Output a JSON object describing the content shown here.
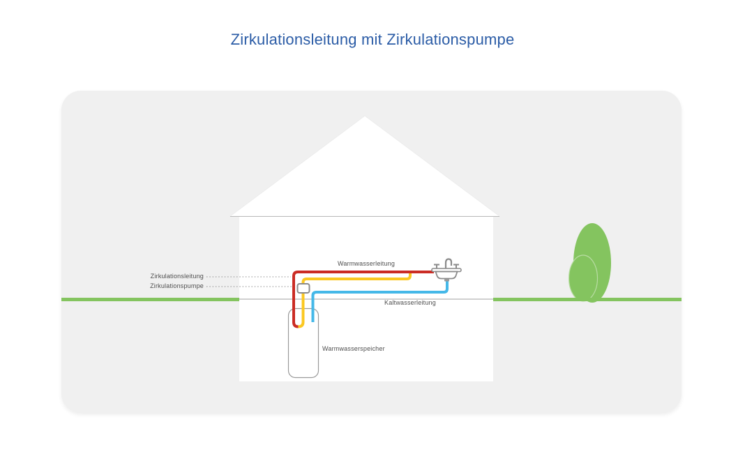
{
  "page": {
    "title": "Zirkulationsleitung mit Zirkulationspumpe"
  },
  "diagram": {
    "pipe_labels": {
      "hot_water": "Warmwasserleitung",
      "cold_water": "Kaltwasserleitung",
      "storage_tank": "Warmwasserspeicher",
      "circulation_line": "Zirkulationsleitung",
      "circulation_pump": "Zirkulationspumpe"
    },
    "colors": {
      "title_blue": "#2B5CA6",
      "hot_water_red": "#CB2C24",
      "circulation_yellow": "#FBC822",
      "cold_water_blue": "#45B8E8",
      "ground_green": "#84C45F",
      "bush_outline_green": "#B9DDA4",
      "panel_background": "#F0F0F0",
      "outline_gray": "#8A8A8A",
      "label_text": "#4D4D4D",
      "house_white": "#FFFFFF"
    },
    "icons": {
      "sink": "sink-icon",
      "pump": "pump-icon",
      "bush": "bush-icon",
      "house": "house-shape"
    }
  }
}
